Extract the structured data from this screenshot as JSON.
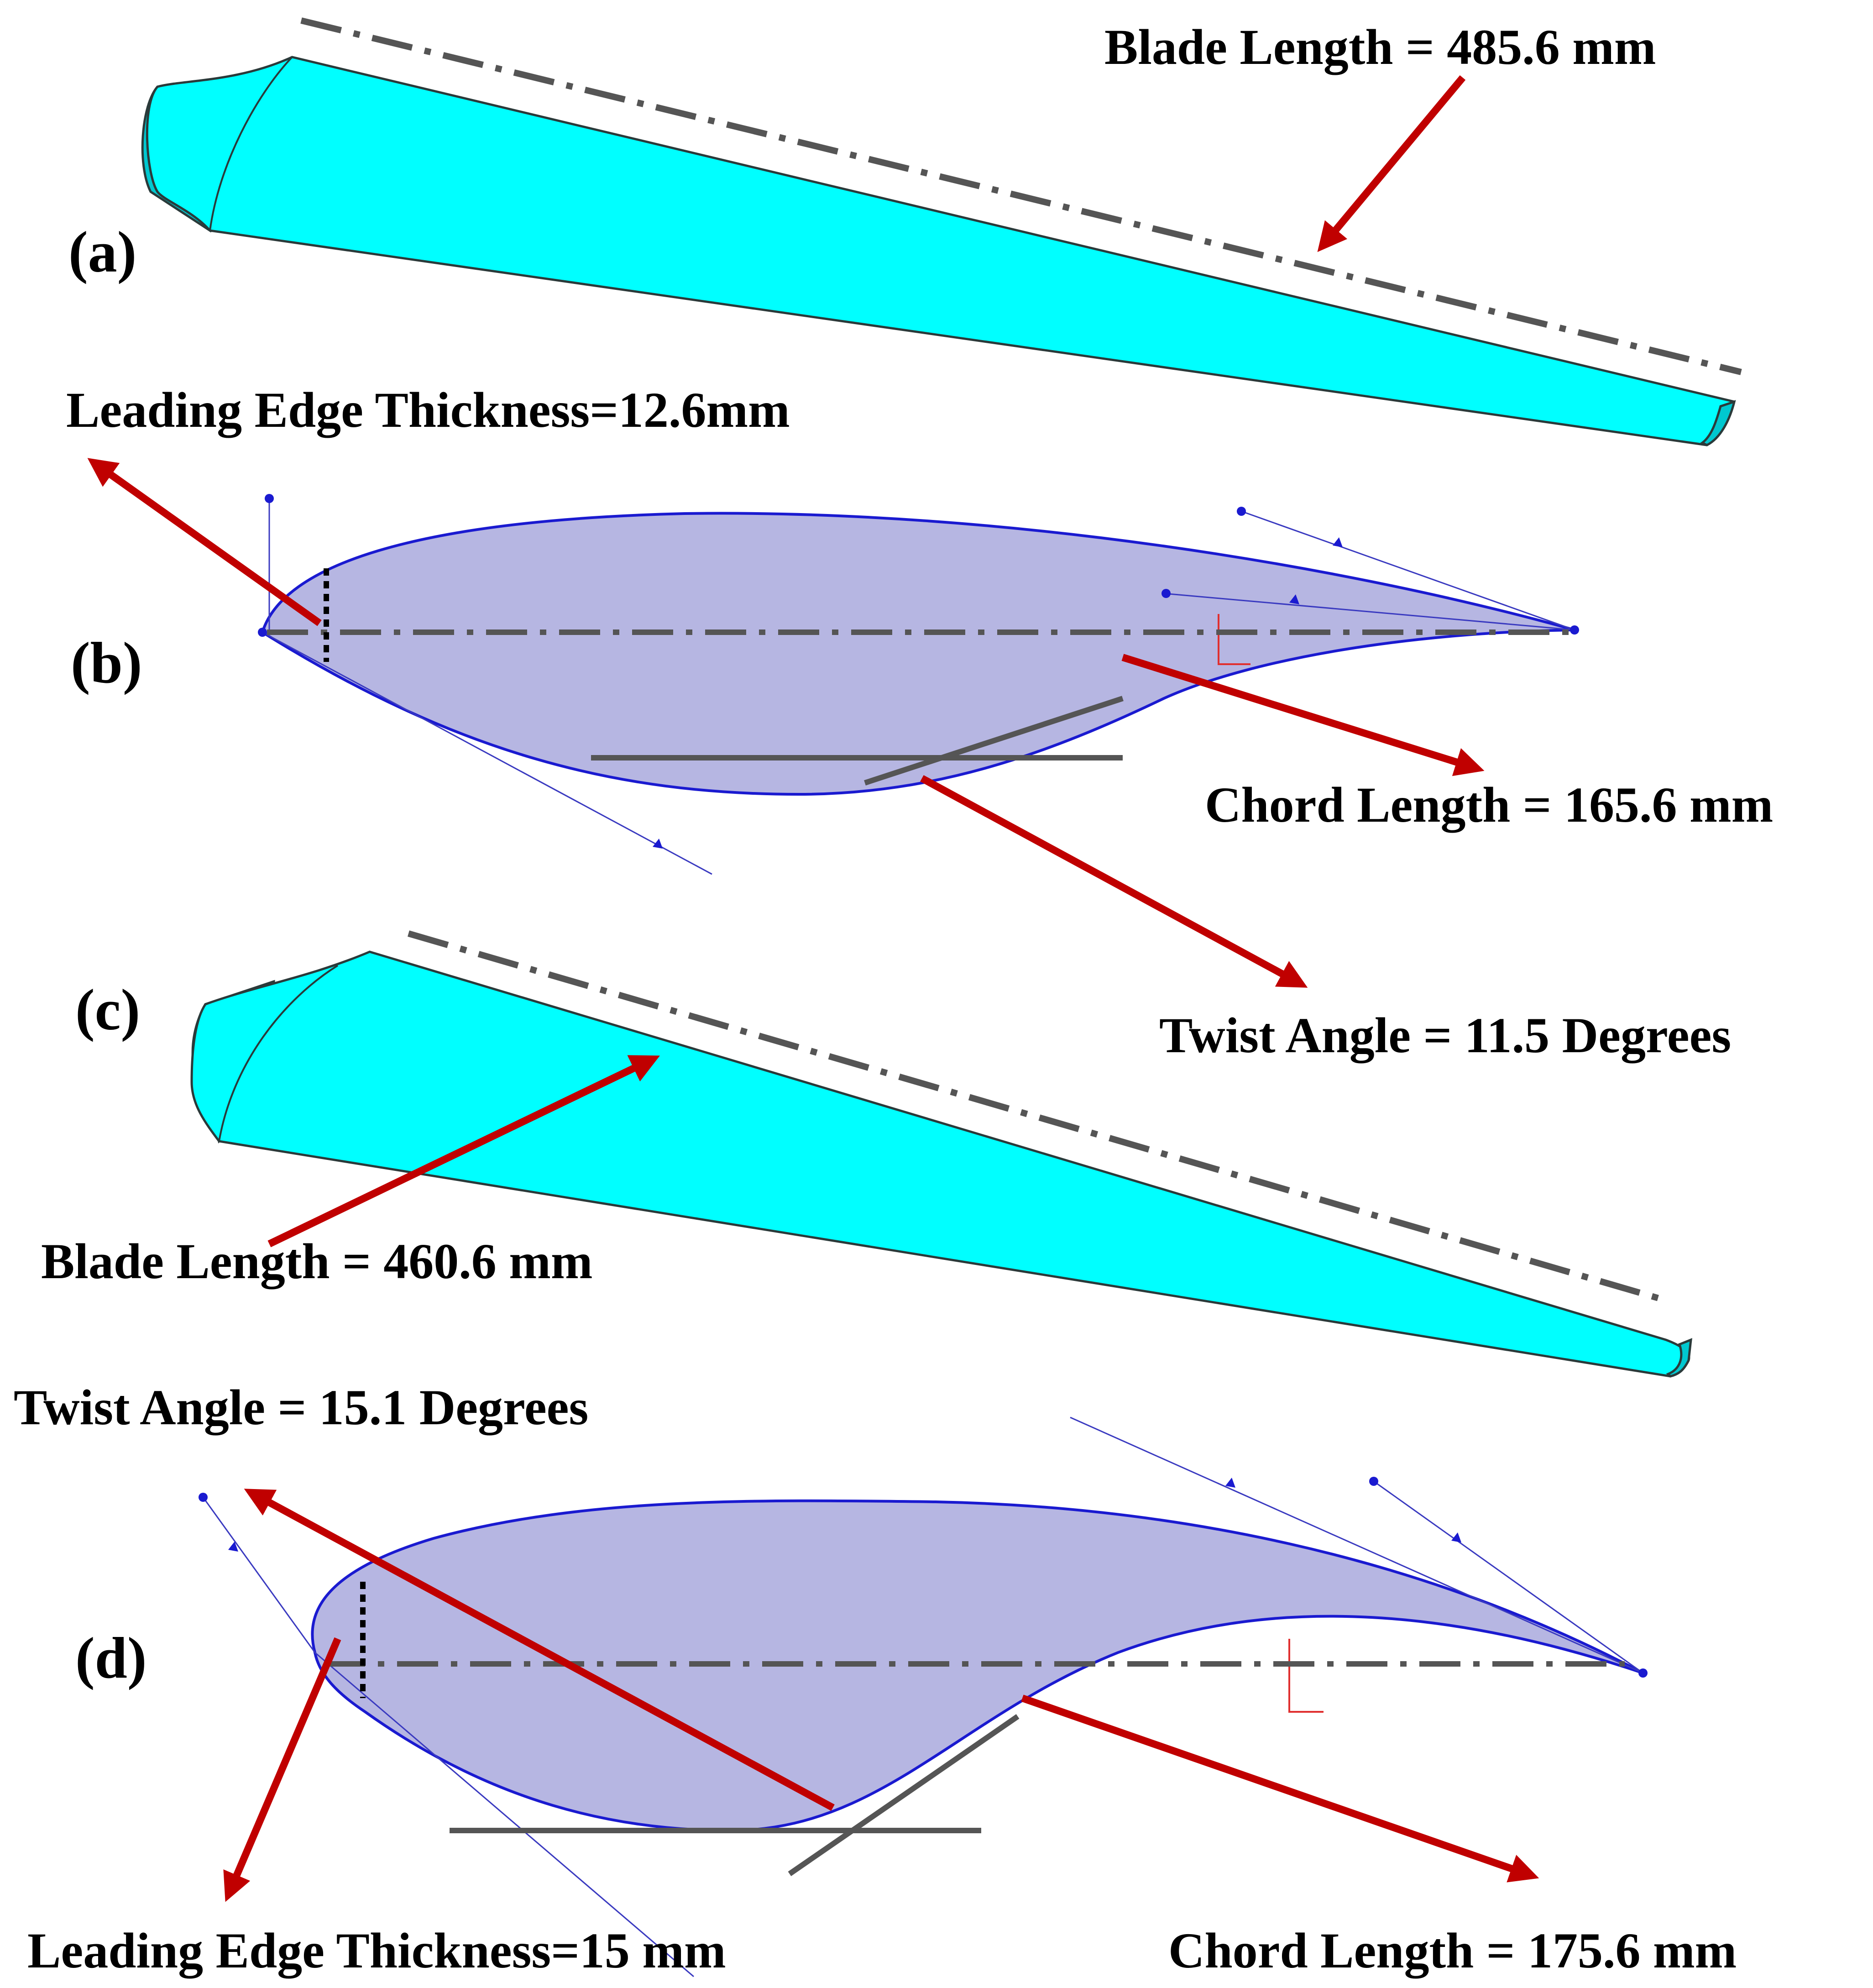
{
  "panels": {
    "a": "(a)",
    "b": "(b)",
    "c": "(c)",
    "d": "(d)"
  },
  "annotations": {
    "blade_length_a": "Blade Length = 485.6 mm",
    "leading_edge_b": "Leading Edge Thickness=12.6mm",
    "chord_length_b": "Chord Length = 165.6 mm",
    "twist_angle_b": "Twist Angle  = 11.5 Degrees",
    "blade_length_c": "Blade Length = 460.6 mm",
    "twist_angle_d": "Twist Angle = 15.1 Degrees",
    "leading_edge_d": "Leading Edge Thickness=15 mm",
    "chord_length_d": "Chord Length = 175.6 mm"
  },
  "colors": {
    "blade_fill": "#00ffff",
    "airfoil_fill": "#b6b6e2",
    "airfoil_outline": "#1a1ad0",
    "arrow": "#c00000",
    "reference_line": "#555555"
  }
}
